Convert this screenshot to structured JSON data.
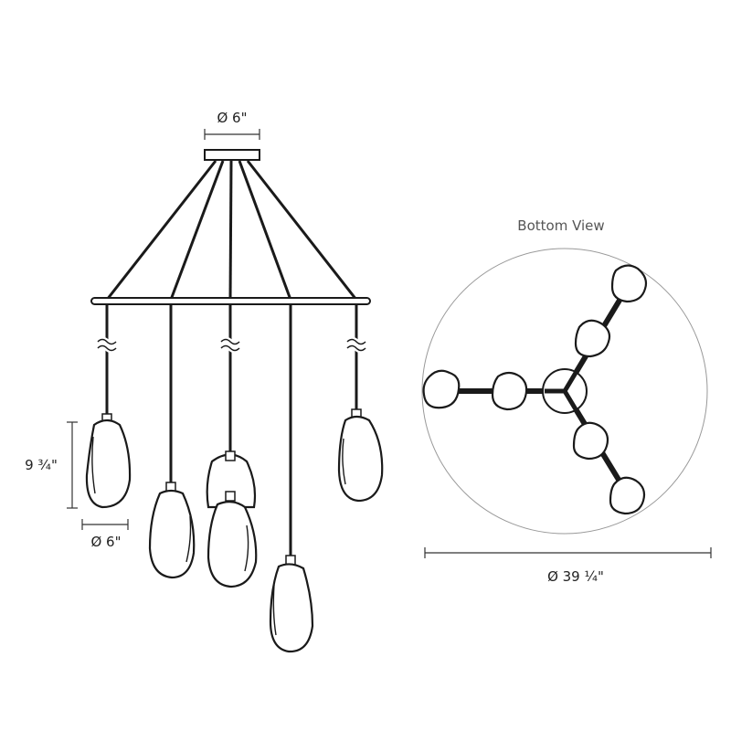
{
  "labels": {
    "canopy_diameter": "Ø 6\"",
    "bottom_view_title": "Bottom View",
    "pendant_height": "9 ¾\"",
    "pendant_diameter": "Ø 6\"",
    "overall_diameter": "Ø 39 ¼\""
  }
}
